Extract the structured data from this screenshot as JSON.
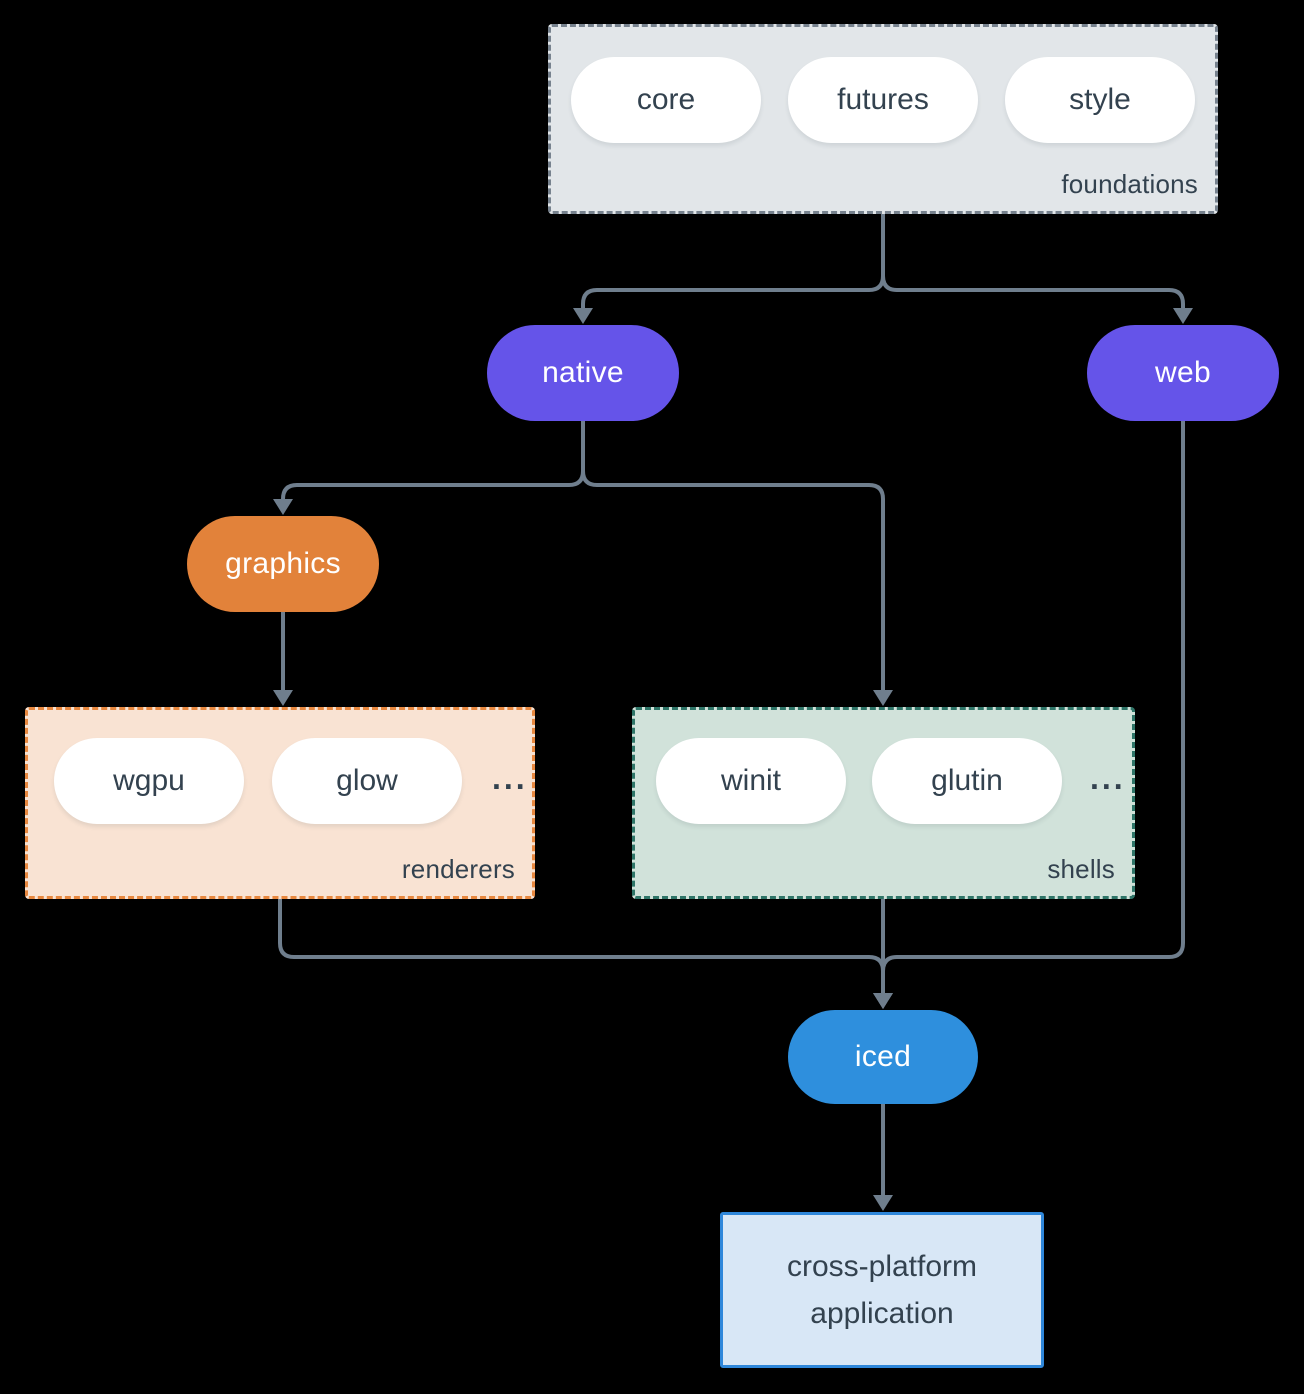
{
  "colors": {
    "background": "#000000",
    "arrow": "#6f7e8d",
    "text-dark": "#33424f",
    "pill-fill": "#ffffff",
    "purple": "#6554e9",
    "orange": "#e2823a",
    "blue": "#2e8fdd",
    "foundations-fill": "#e2e6e9",
    "foundations-border": "#77828e",
    "renderers-fill": "#f9e3d3",
    "renderers-border": "#e8883f",
    "shells-fill": "#d1e2da",
    "shells-border": "#2f7568",
    "app-fill": "#d8e7f6",
    "app-border": "#2f87da"
  },
  "groups": {
    "foundations": {
      "label": "foundations",
      "pills": [
        "core",
        "futures",
        "style"
      ]
    },
    "renderers": {
      "label": "renderers",
      "pills": [
        "wgpu",
        "glow"
      ],
      "ellipsis": "..."
    },
    "shells": {
      "label": "shells",
      "pills": [
        "winit",
        "glutin"
      ],
      "ellipsis": "..."
    }
  },
  "nodes": {
    "native": "native",
    "web": "web",
    "graphics": "graphics",
    "iced": "iced",
    "application": "cross-platform application"
  }
}
